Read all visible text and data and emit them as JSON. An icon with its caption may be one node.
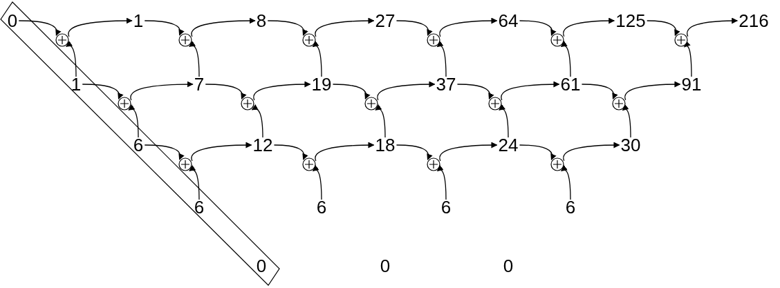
{
  "diagram": {
    "nodes": [
      {
        "text": [],
        "shape": "box"
      },
      {
        "text": [
          "0"
        ],
        "in": 0
      },
      {
        "text": [
          "1"
        ]
      },
      {
        "text": [
          "8"
        ]
      },
      {
        "text": [
          "27"
        ]
      },
      {
        "text": [
          "64"
        ]
      },
      {
        "text": [
          "125"
        ]
      },
      {
        "text": [
          "216"
        ]
      },
      {
        "text": [],
        "shape": "circle"
      },
      {
        "text": [],
        "shape": "circle"
      },
      {
        "text": [],
        "shape": "circle"
      },
      {
        "text": [],
        "shape": "circle"
      },
      {
        "text": [],
        "shape": "circle"
      },
      {
        "text": [],
        "shape": "circle"
      },
      {
        "text": [
          "1"
        ],
        "in": 0
      },
      {
        "text": [
          "7"
        ]
      },
      {
        "text": [
          "19"
        ]
      },
      {
        "text": [
          "37"
        ]
      },
      {
        "text": [
          "61"
        ]
      },
      {
        "text": [
          "91"
        ]
      },
      {
        "text": [],
        "shape": "circle"
      },
      {
        "text": [],
        "shape": "circle"
      },
      {
        "text": [],
        "shape": "circle"
      },
      {
        "text": [],
        "shape": "circle"
      },
      {
        "text": [],
        "shape": "circle"
      },
      {
        "text": [
          "6"
        ],
        "in": 0
      },
      {
        "text": [
          "12"
        ]
      },
      {
        "text": [
          "18"
        ]
      },
      {
        "text": [
          "24"
        ]
      },
      {
        "text": [
          "30"
        ]
      },
      {
        "text": [],
        "shape": "circle"
      },
      {
        "text": [],
        "shape": "circle"
      },
      {
        "text": [],
        "shape": "circle"
      },
      {
        "text": [],
        "shape": "circle"
      },
      {
        "text": [
          "6"
        ],
        "in": 0
      },
      {
        "text": [
          "6"
        ]
      },
      {
        "text": [
          "6"
        ]
      },
      {
        "text": [
          "6"
        ]
      },
      {
        "text": [
          "0"
        ],
        "in": 0
      },
      {
        "text": [
          "0"
        ]
      },
      {
        "text": [
          "0"
        ]
      }
    ],
    "edges": [
      {
        "from": 1,
        "to": 8,
        "arrow": "to"
      },
      {
        "from": 14,
        "to": 8,
        "arrow": "to"
      },
      {
        "from": 8,
        "to": 2,
        "arrow": "to"
      },
      {
        "from": 2,
        "to": 9,
        "arrow": "to"
      },
      {
        "from": 15,
        "to": 9,
        "arrow": "to"
      },
      {
        "from": 9,
        "to": 3,
        "arrow": "to"
      },
      {
        "from": 3,
        "to": 10,
        "arrow": "to"
      },
      {
        "from": 16,
        "to": 10,
        "arrow": "to"
      },
      {
        "from": 10,
        "to": 4,
        "arrow": "to"
      },
      {
        "from": 4,
        "to": 11,
        "arrow": "to"
      },
      {
        "from": 17,
        "to": 11,
        "arrow": "to"
      },
      {
        "from": 11,
        "to": 5,
        "arrow": "to"
      },
      {
        "from": 5,
        "to": 12,
        "arrow": "to"
      },
      {
        "from": 18,
        "to": 12,
        "arrow": "to"
      },
      {
        "from": 12,
        "to": 6,
        "arrow": "to"
      },
      {
        "from": 6,
        "to": 13,
        "arrow": "to"
      },
      {
        "from": 19,
        "to": 13,
        "arrow": "to"
      },
      {
        "from": 13,
        "to": 7,
        "arrow": "to"
      },
      {
        "from": 14,
        "to": 20,
        "arrow": "to"
      },
      {
        "from": 25,
        "to": 20,
        "arrow": "to"
      },
      {
        "from": 20,
        "to": 15,
        "arrow": "to"
      },
      {
        "from": 15,
        "to": 21,
        "arrow": "to"
      },
      {
        "from": 26,
        "to": 21,
        "arrow": "to"
      },
      {
        "from": 21,
        "to": 16,
        "arrow": "to"
      },
      {
        "from": 16,
        "to": 22,
        "arrow": "to"
      },
      {
        "from": 27,
        "to": 22,
        "arrow": "to"
      },
      {
        "from": 22,
        "to": 17,
        "arrow": "to"
      },
      {
        "from": 17,
        "to": 23,
        "arrow": "to"
      },
      {
        "from": 28,
        "to": 23,
        "arrow": "to"
      },
      {
        "from": 23,
        "to": 18,
        "arrow": "to"
      },
      {
        "from": 18,
        "to": 24,
        "arrow": "to"
      },
      {
        "from": 29,
        "to": 24,
        "arrow": "to"
      },
      {
        "from": 24,
        "to": 19,
        "arrow": "to"
      },
      {
        "from": 25,
        "to": 30,
        "arrow": "to"
      },
      {
        "from": 34,
        "to": 30,
        "arrow": "to"
      },
      {
        "from": 30,
        "to": 26,
        "arrow": "to"
      },
      {
        "from": 26,
        "to": 31,
        "arrow": "to"
      },
      {
        "from": 35,
        "to": 31,
        "arrow": "to"
      },
      {
        "from": 31,
        "to": 27,
        "arrow": "to"
      },
      {
        "from": 27,
        "to": 32,
        "arrow": "to"
      },
      {
        "from": 36,
        "to": 32,
        "arrow": "to"
      },
      {
        "from": 32,
        "to": 28,
        "arrow": "to"
      },
      {
        "from": 28,
        "to": 33,
        "arrow": "to"
      },
      {
        "from": 37,
        "to": 33,
        "arrow": "to"
      },
      {
        "from": 33,
        "to": 29,
        "arrow": "to"
      }
    ]
  }
}
